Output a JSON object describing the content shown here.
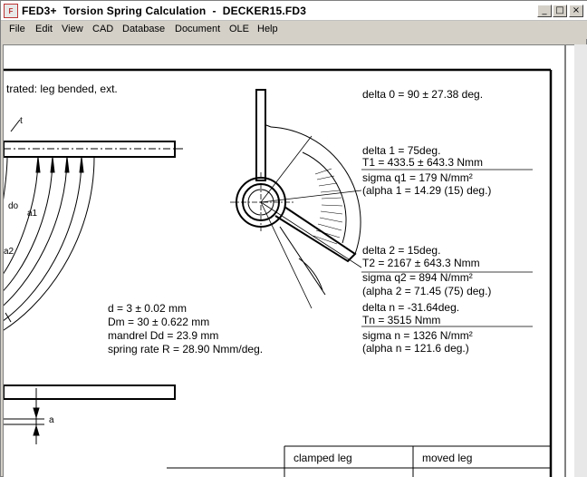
{
  "window": {
    "title": "FED3+  Torsion Spring Calculation  -  DECKER15.FD3",
    "app_icon_label": "F"
  },
  "caption_buttons": {
    "minimize": "_",
    "maximize": "□",
    "close": "×"
  },
  "menu": [
    "File",
    "Edit",
    "View",
    "CAD",
    "Database",
    "Document",
    "OLE",
    "Help"
  ],
  "drawing": {
    "illustrated_label": "trated: leg bended, ext.",
    "delta0": "delta 0 = 90 ± 27.38 deg.",
    "delta1": "delta 1 = 75deg.",
    "T1": "T1 = 433.5 ± 643.3 Nmm",
    "sigma_q1": "sigma q1 = 179 N/mm²",
    "alpha1": "(alpha 1 = 14.29 (15) deg.)",
    "delta2": "delta 2 = 15deg.",
    "T2": "T2 = 2167 ± 643.3 Nmm",
    "sigma_q2": "sigma q2 = 894 N/mm²",
    "alpha2": "(alpha 2 = 71.45 (75) deg.)",
    "delta_n": "delta n = -31.64deg.",
    "Tn": "Tn = 3515 Nmm",
    "sigma_n": "sigma n = 1326 N/mm²",
    "alpha_n": "(alpha n = 121.6 deg.)",
    "d": "d = 3 ± 0.02 mm",
    "Dm": "Dm = 30 ± 0.622 mm",
    "mandrel": "mandrel Dd = 23.9 mm",
    "spring_rate": "spring rate R = 28.90 Nmm/deg.",
    "dim_do": "do",
    "dim_a1": "a1",
    "dim_a2": "a2",
    "dim_t": "t",
    "dim_a_small": "a"
  },
  "table": {
    "col_clamped": "clamped leg",
    "col_moved": "moved leg"
  }
}
